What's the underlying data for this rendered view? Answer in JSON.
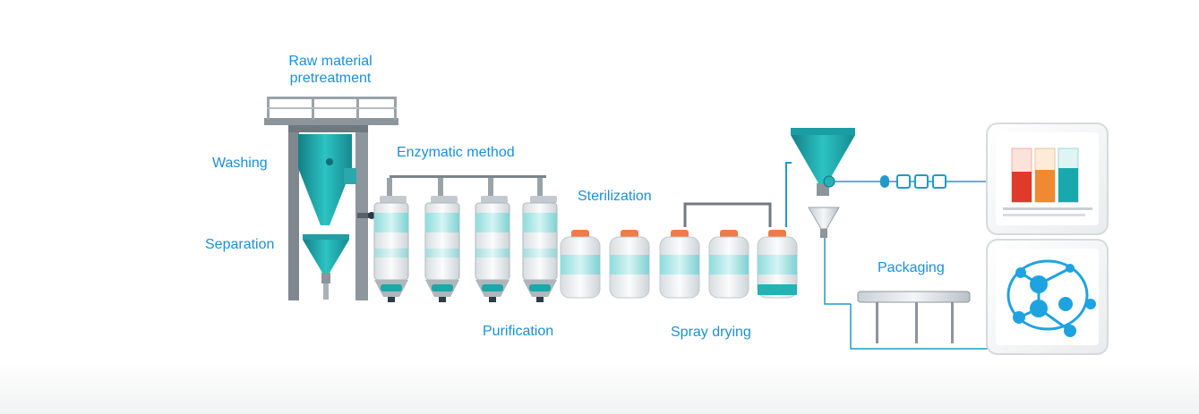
{
  "labels": {
    "raw_material_line1": "Raw material",
    "raw_material_line2": "pretreatment",
    "washing": "Washing",
    "separation": "Separation",
    "enzymatic_method": "Enzymatic method",
    "purification": "Purification",
    "sterilization": "Sterilization",
    "spray_drying": "Spray drying",
    "packaging": "Packaging"
  },
  "colors": {
    "label_text": "#1a8fd8",
    "teal": "#24b3b5",
    "steel": "#8c959c",
    "pipe": "#1f9ac9",
    "orange_cap": "#f07a4a",
    "red_liquid": "#e03a2a",
    "orange_liquid": "#f08a30",
    "teal_liquid": "#19a9ac",
    "molecule_blue": "#1fa3e0"
  },
  "icons": {
    "hopper": "cyclone-hopper-icon",
    "fermenter": "fermenter-tank-icon",
    "bottle": "sterilization-bottle-icon",
    "tubes": "test-tubes-icon",
    "molecule": "molecule-network-icon",
    "conveyor": "conveyor-belt-icon"
  }
}
